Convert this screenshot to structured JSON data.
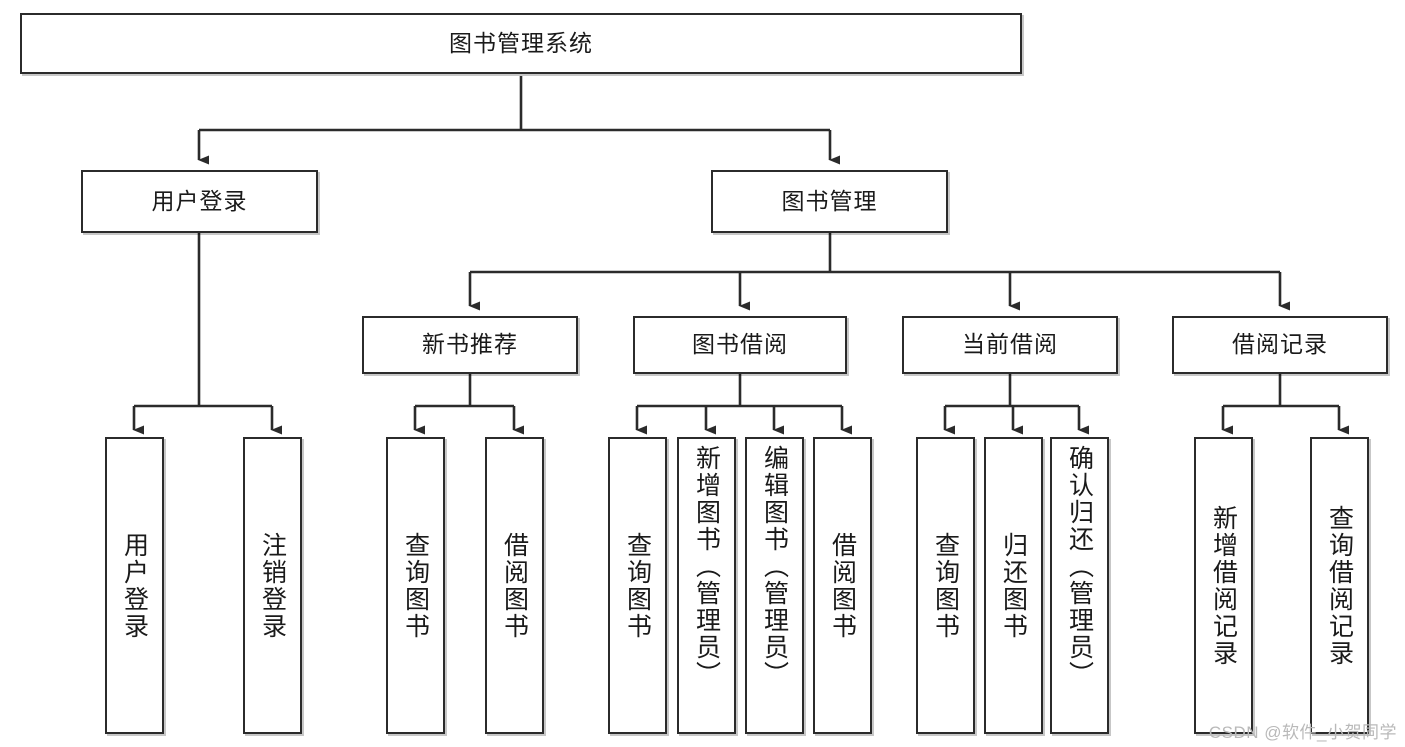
{
  "diagram": {
    "type": "tree-hierarchy",
    "title": "图书管理系统",
    "orientation": "top-down",
    "colors": {
      "box_border": "#2b2b2b",
      "box_fill": "#ffffff",
      "connector": "#2b2b2b",
      "text": "#1a1a1a",
      "watermark": "#b9b9b9"
    },
    "nodes": {
      "root": {
        "label": "图书管理系统"
      },
      "level2": [
        {
          "label": "用户登录"
        },
        {
          "label": "图书管理"
        }
      ],
      "level3": [
        {
          "label": "新书推荐"
        },
        {
          "label": "图书借阅"
        },
        {
          "label": "当前借阅"
        },
        {
          "label": "借阅记录"
        }
      ],
      "leaves": {
        "user_login": [
          {
            "label": "用户登录"
          },
          {
            "label": "注销登录"
          }
        ],
        "new_book_recommend": [
          {
            "label": "查询图书"
          },
          {
            "label": "借阅图书"
          }
        ],
        "book_borrow": [
          {
            "label": "查询图书"
          },
          {
            "label": "新增图书（管理员）"
          },
          {
            "label": "编辑图书（管理员）"
          },
          {
            "label": "借阅图书"
          }
        ],
        "current_borrow": [
          {
            "label": "查询图书"
          },
          {
            "label": "归还图书"
          },
          {
            "label": "确认归还（管理员）"
          }
        ],
        "borrow_record": [
          {
            "label": "新增借阅记录"
          },
          {
            "label": "查询借阅记录"
          }
        ]
      }
    },
    "watermark": "CSDN @软件_小贺同学"
  }
}
